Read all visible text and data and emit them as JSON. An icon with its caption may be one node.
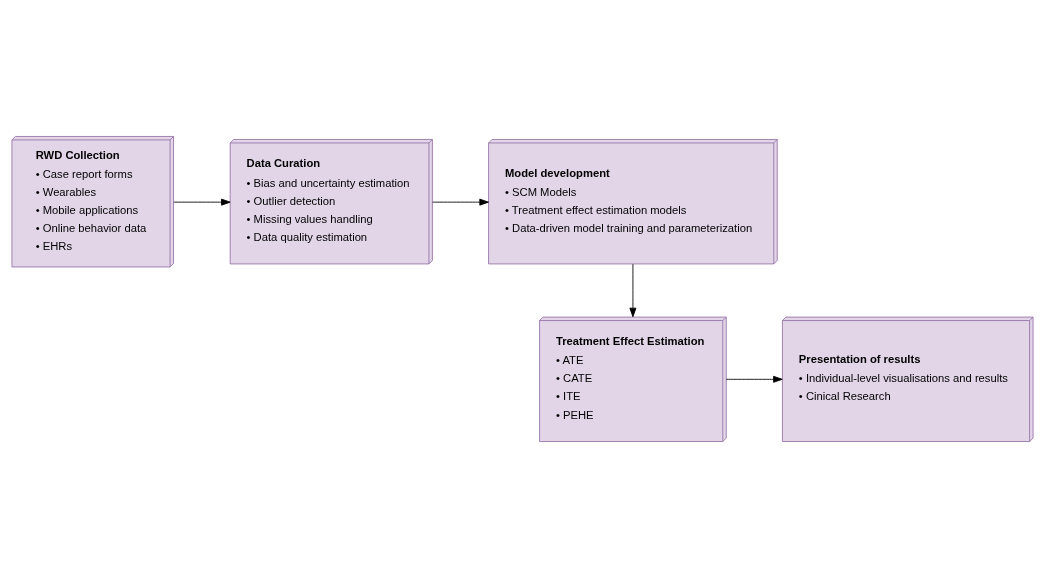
{
  "diagram": {
    "nodes": [
      {
        "text": [
          "RWD Collection",
          "• Case report forms",
          "• Wearables",
          "• Mobile applications",
          "• Online behavior data",
          "• EHRs"
        ]
      },
      {
        "text": [
          "Data Curation",
          "• Bias and uncertainty estimation",
          "• Outlier detection",
          "• Missing values handling",
          "• Data quality estimation"
        ]
      },
      {
        "text": [
          "Model development",
          "• SCM Models",
          "• Treatment effect estimation models",
          "• Data-driven model training and parameterization"
        ]
      },
      {
        "text": [
          "Treatment Effect Estimation",
          "• ATE",
          "• CATE",
          "• ITE",
          "• PEHE"
        ]
      },
      {
        "text": [
          "Presentation of results",
          "• Individual-level visualisations and results",
          "• Cinical Research"
        ]
      }
    ],
    "edges": [
      {
        "from": 0,
        "to": 1,
        "arrow": "to"
      },
      {
        "from": 1,
        "to": 2,
        "arrow": "to"
      },
      {
        "from": 2,
        "to": 3,
        "arrow": "to"
      },
      {
        "from": 3,
        "to": 4,
        "arrow": "to"
      }
    ]
  }
}
